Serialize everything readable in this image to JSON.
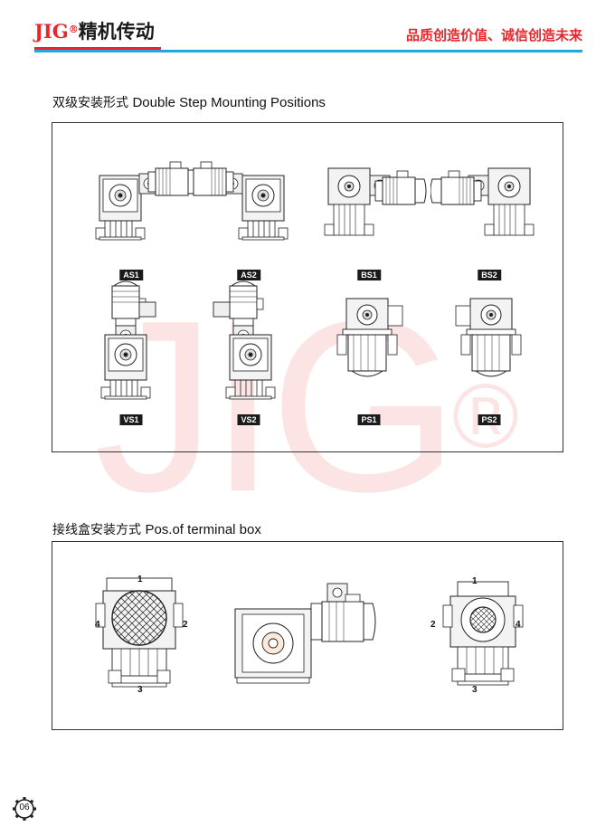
{
  "header": {
    "brand_latin": "JIG",
    "brand_reg": "®",
    "brand_cn": "精机传动",
    "slogan": "品质创造价值、诚信创造未来"
  },
  "watermark": {
    "text": "JIG",
    "reg": "®"
  },
  "mounting": {
    "title_cn": "双级安装形式",
    "title_en": "Double Step Mounting Positions",
    "positions": [
      {
        "code": "AS1"
      },
      {
        "code": "AS2"
      },
      {
        "code": "BS1"
      },
      {
        "code": "BS2"
      },
      {
        "code": "VS1"
      },
      {
        "code": "VS2"
      },
      {
        "code": "PS1"
      },
      {
        "code": "PS2"
      }
    ]
  },
  "terminal": {
    "title_cn": "接线盒安装方式",
    "title_en": "Pos.of terminal box",
    "left_labels": {
      "top": "1",
      "right": "2",
      "bottom": "3",
      "left": "4"
    },
    "right_labels": {
      "top": "1",
      "left": "2",
      "bottom": "3",
      "right": "4"
    }
  },
  "page": {
    "number": "06"
  },
  "colors": {
    "brand_red": "#e8262b",
    "rule_blue": "#1ea7e1",
    "watermark": "#e8262b"
  }
}
